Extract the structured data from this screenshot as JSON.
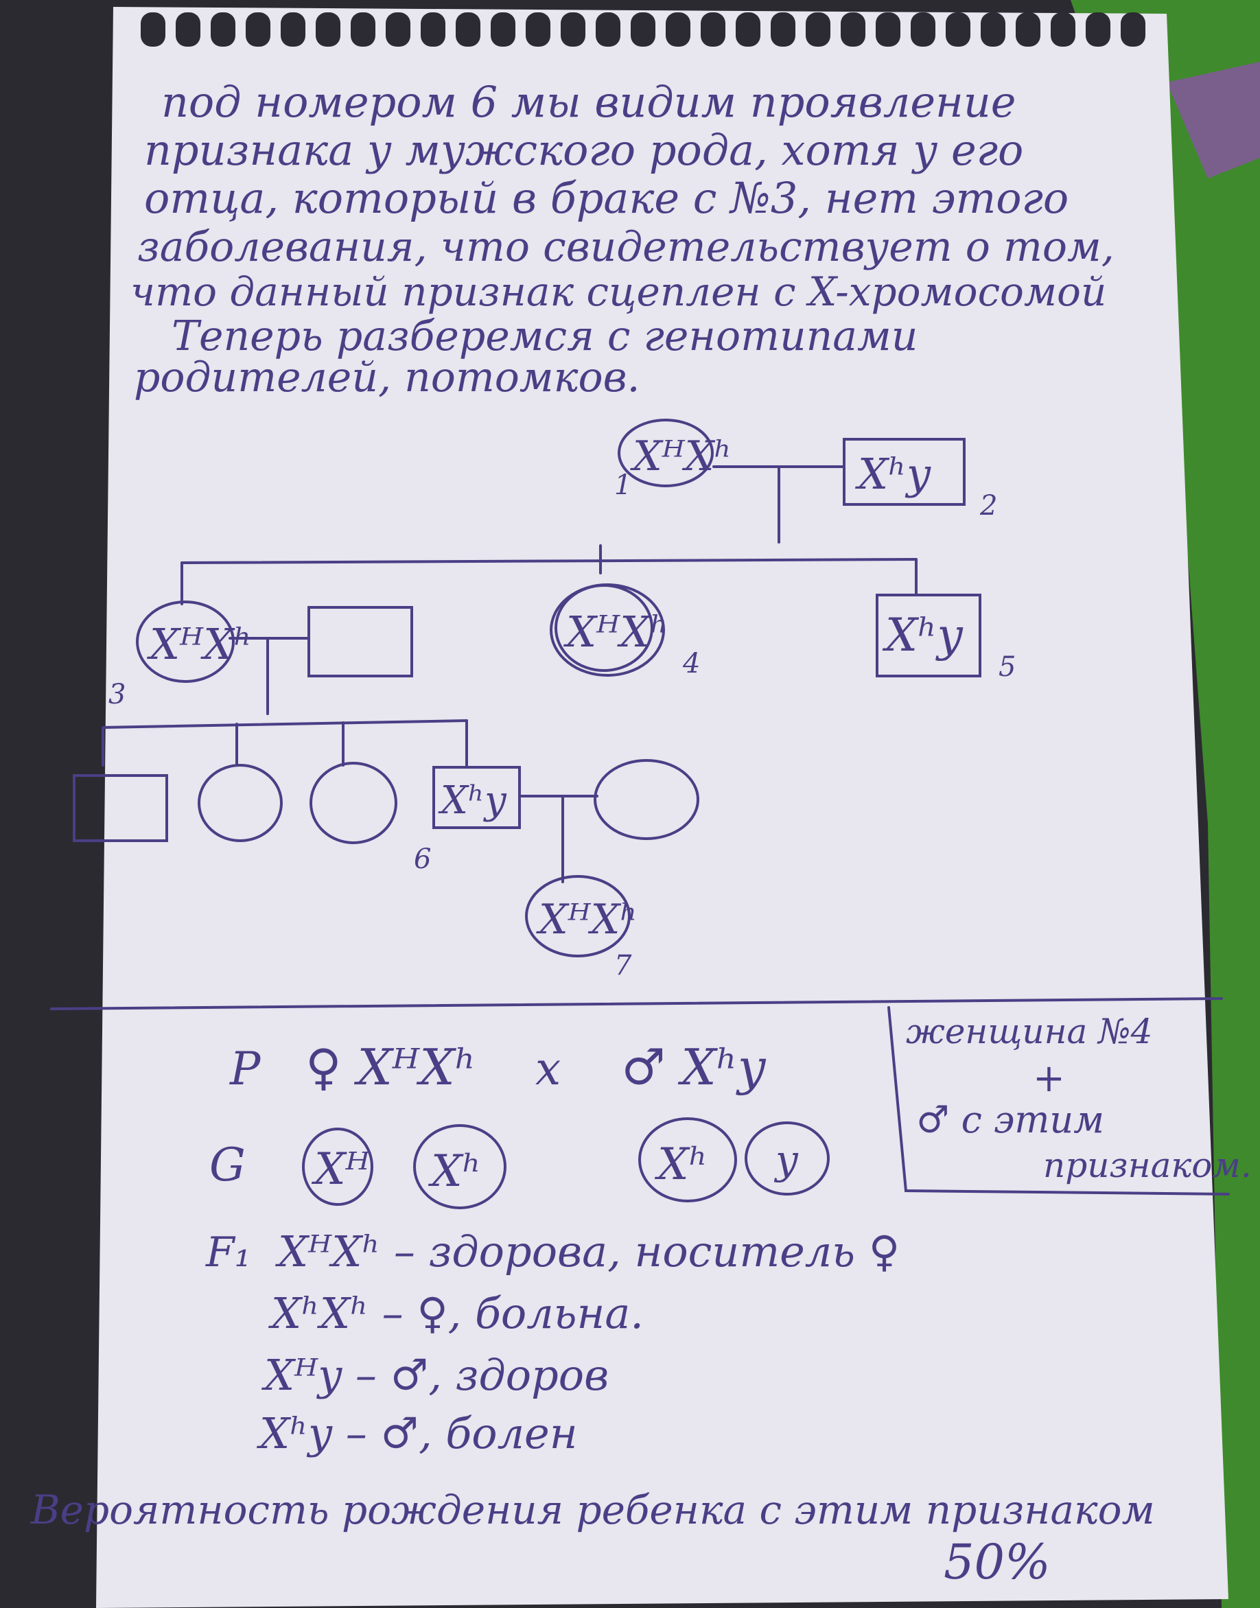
{
  "notes": {
    "lines": [
      "под номером 6 мы видим проявление",
      "признака у мужского рода, хотя у его",
      "отца, который в браке с №3, нет этого",
      "заболевания, что свидетельствует о том,",
      "что данный признак сцеплен с X-хромосомой",
      "Теперь разберемся с генотипами",
      "родителей, потомков."
    ]
  },
  "pedigree": {
    "individuals": [
      {
        "number": "1",
        "genotype": "XᴴXʰ"
      },
      {
        "number": "2",
        "genotype": "Xʰy"
      },
      {
        "number": "3",
        "genotype": "XᴴXʰ"
      },
      {
        "number": "4",
        "genotype": "XᴴXʰ"
      },
      {
        "number": "5",
        "genotype": "Xʰy"
      },
      {
        "number": "6",
        "genotype": "Xʰy"
      },
      {
        "number": "7",
        "genotype": "XᴴXʰ"
      }
    ]
  },
  "cross": {
    "p_label": "P",
    "p_female": "♀ XᴴXʰ",
    "p_times": "x",
    "p_male": "♂ Xʰy",
    "g_label": "G",
    "gametes": [
      "Xᴴ",
      "Xʰ",
      "Xʰ",
      "y"
    ],
    "f1_label": "F₁",
    "offspring": [
      "XᴴXʰ – здорова, носитель ♀",
      "XʰXʰ – ♀, больна.",
      "Xᴴy – ♂, здоров",
      "Xʰy – ♂, болен"
    ]
  },
  "side_box": {
    "lines": [
      "женщина №4",
      "+",
      "♂ с этим",
      "признаком."
    ]
  },
  "conclusion": {
    "line": "Вероятность рождения ребенка с этим признаком",
    "value": "50%"
  },
  "colors": {
    "ink": "#4a3f86",
    "paper": "#e9e7ef",
    "background_green": "#3f8a2c"
  }
}
